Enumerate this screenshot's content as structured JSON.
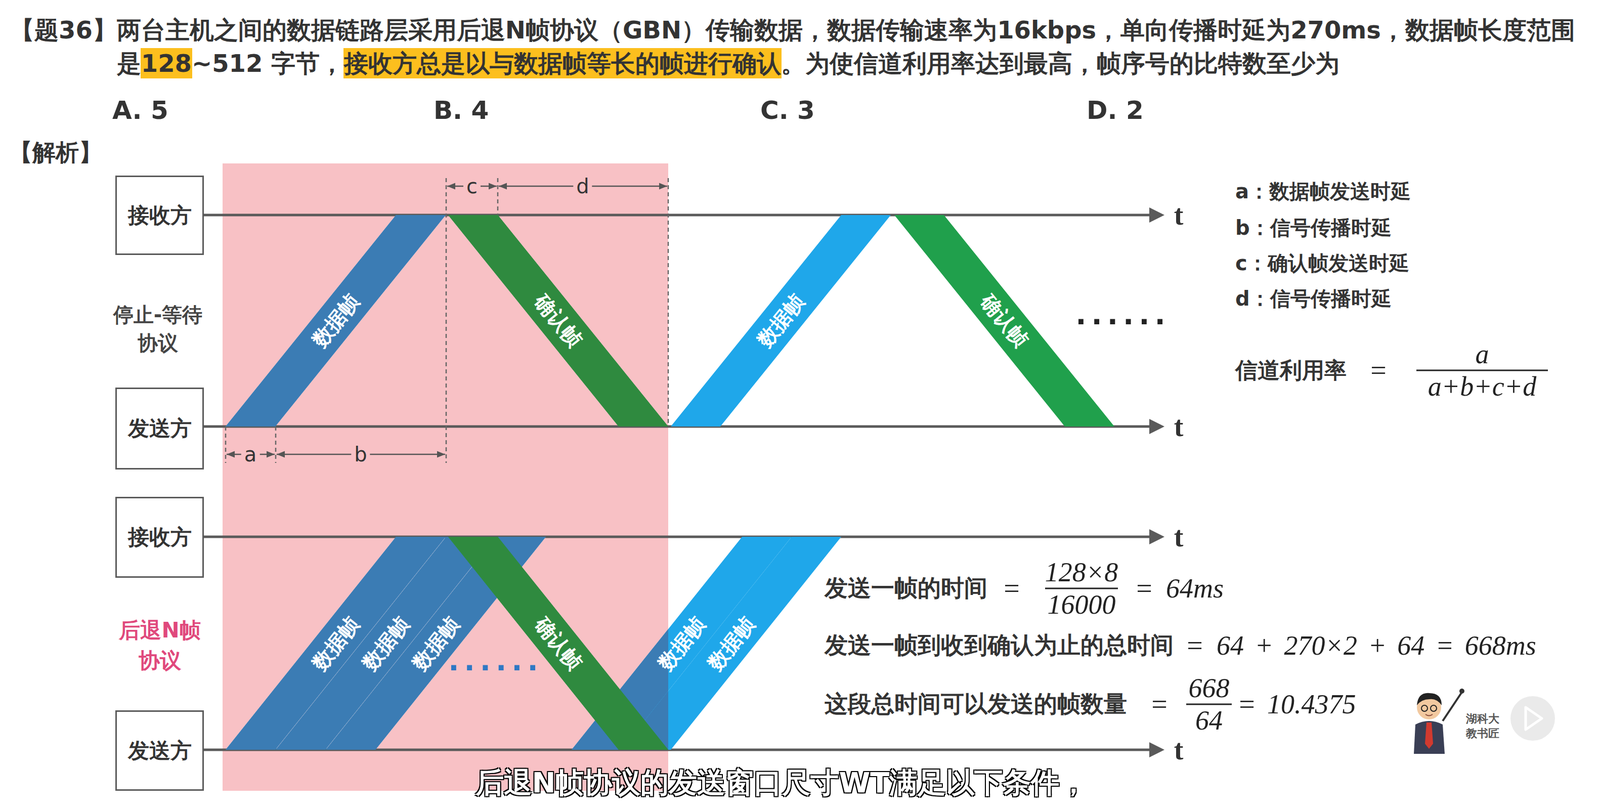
{
  "diagram": {
    "title": "【题36】两台主机之间的数据链路层采用后退N帧协议（GBN）传输数据，数据传输速率为16kbps，单向传播时延为270ms，数据帧长度范围是128~512 字节，接收方总是以与数据帧等长的帧进行确认。为使信道利用率达到最高，帧序号的比特数至少为",
    "nodes": [
      {
        "text": [
          "接收方"
        ]
      },
      {
        "text": [
          "发送方"
        ]
      },
      {
        "text": [
          "数据帧"
        ]
      },
      {
        "text": [
          "确认帧"
        ]
      },
      {
        "text": [
          "数据帧"
        ]
      },
      {
        "text": [
          "确认帧"
        ]
      },
      {
        "text": [
          "接收方"
        ]
      },
      {
        "text": [
          "发送方"
        ]
      },
      {
        "text": [
          "数据帧"
        ]
      },
      {
        "text": [
          "数据帧"
        ]
      },
      {
        "text": [
          "数据帧"
        ]
      },
      {
        "text": [
          "确认帧"
        ]
      },
      {
        "text": [
          "数据帧"
        ]
      },
      {
        "text": [
          "数据帧"
        ]
      }
    ],
    "labels": [
      "A. 5",
      "B. 4",
      "C. 3",
      "D. 2",
      "【解析】",
      "停止-等待 协议",
      "后退N帧 协议",
      "t",
      "t",
      "t",
      "t",
      "c",
      "d",
      "a",
      "b",
      "......",
      "......",
      "a：数据帧发送时延",
      "b：信号传播时延",
      "c：确认帧发送时延",
      "d：信号传播时延",
      "信道利用率",
      "=",
      "a",
      "a+b+c+d",
      "发送一帧的时间",
      "=",
      "128×8",
      "16000",
      "=",
      "64ms",
      "发送一帧到收到确认为止的总时间",
      "=",
      "64 + 270×2 + 64 = 668ms",
      "这段总时间可以发送的帧数量",
      "=",
      "668",
      "64",
      "=",
      "10.4375",
      "湖科大 教书匠",
      "后退N帧协议的发送窗口尺寸WT满足以下条件，"
    ]
  }
}
